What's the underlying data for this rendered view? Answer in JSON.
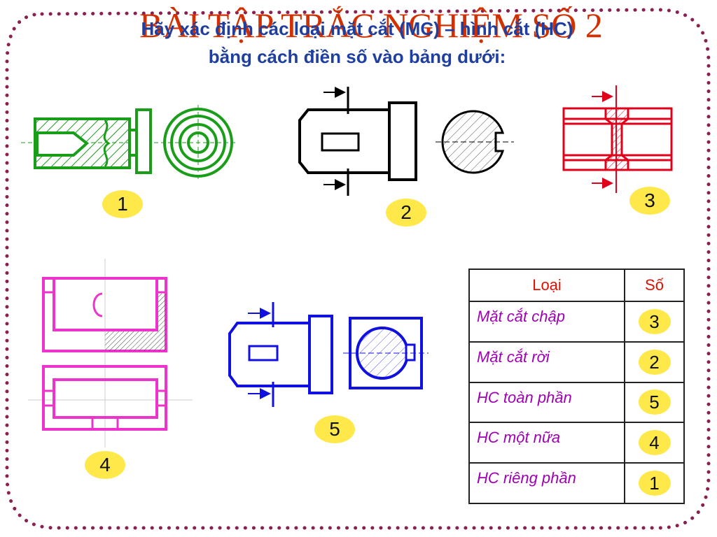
{
  "title": "BÀI TẬP TRẮC NGHIỆM SỐ 2",
  "instruction": {
    "line1": "Hãy xác định các loại mặt cắt (MC) – hình cắt (HC)",
    "line2": "bằng cách điền  số vào bảng dưới:"
  },
  "figure_labels": [
    "1",
    "2",
    "3",
    "4",
    "5"
  ],
  "table": {
    "header_kind": "Loại",
    "header_number": "Số",
    "rows": [
      {
        "kind": "Mặt cắt chập",
        "number": "3"
      },
      {
        "kind": "Mặt cắt rời",
        "number": "2"
      },
      {
        "kind": "HC toàn phần",
        "number": "5"
      },
      {
        "kind": "HC một nữa",
        "number": "4"
      },
      {
        "kind": "HC riêng phần",
        "number": "1"
      }
    ]
  },
  "colors": {
    "title": "#d23000",
    "instruction": "#1f3fa0",
    "figure1": "#1a9e1a",
    "figure2": "#000000",
    "figure3": "#e0001a",
    "figure4": "#ee33cc",
    "figure5": "#1010e0",
    "badge": "#ffe84a",
    "border_dots": "#8a2050",
    "table_header": "#e01000",
    "table_kind": "#a000b4"
  }
}
